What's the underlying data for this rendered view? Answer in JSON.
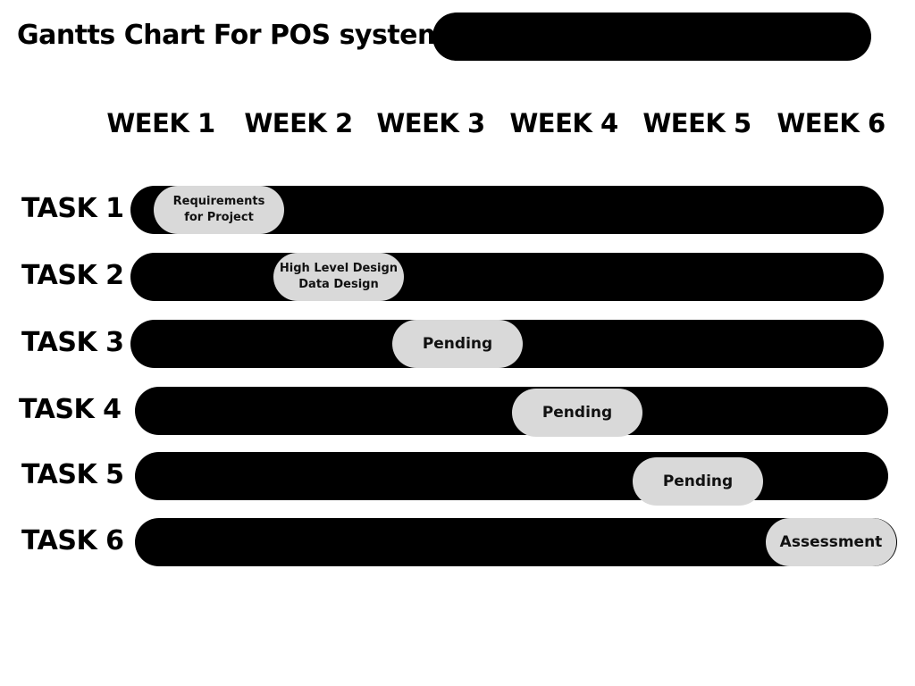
{
  "header": {
    "title": "Gantts Chart For POS system"
  },
  "colors": {
    "track": "#000000",
    "pill": "#d9d9d9",
    "background": "#ffffff"
  },
  "chart_data": {
    "type": "gantt",
    "title": "Gantts Chart For POS system",
    "x_unit": "week",
    "xlim": [
      1,
      6
    ],
    "weeks": [
      "WEEK 1",
      "WEEK 2",
      "WEEK 3",
      "WEEK 4",
      "WEEK 5",
      "WEEK 6"
    ],
    "tasks": [
      {
        "name": "TASK 1",
        "week": 1,
        "label_lines": [
          "Requirements",
          "for Project"
        ]
      },
      {
        "name": "TASK 2",
        "week": 2,
        "label_lines": [
          "High Level Design",
          "Data Design"
        ]
      },
      {
        "name": "TASK 3",
        "week": 3,
        "label_lines": [
          "Pending"
        ]
      },
      {
        "name": "TASK 4",
        "week": 4,
        "label_lines": [
          "Pending"
        ]
      },
      {
        "name": "TASK 5",
        "week": 5,
        "label_lines": [
          "Pending"
        ]
      },
      {
        "name": "TASK 6",
        "week": 6,
        "label_lines": [
          "Assessment"
        ]
      }
    ]
  }
}
